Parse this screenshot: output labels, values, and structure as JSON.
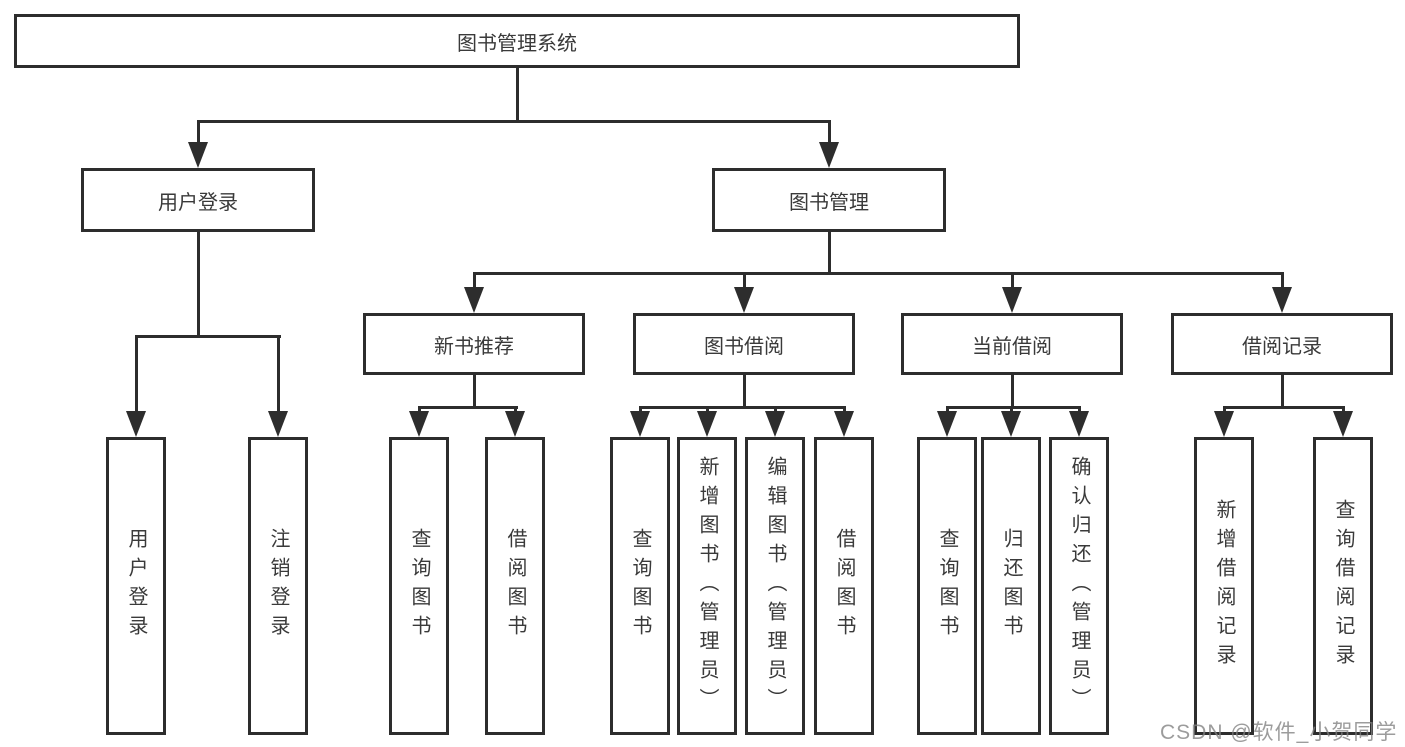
{
  "diagram_title": "图书管理系统",
  "watermark": "CSDN @软件_小贺同学",
  "colors": {
    "line": "#2d2d2d",
    "text": "#3a3a3a",
    "background": "#ffffff",
    "watermark_gray": "#808080"
  },
  "nodes": {
    "root": {
      "label": "图书管理系统"
    },
    "user_login": {
      "label": "用户登录"
    },
    "book_mgmt": {
      "label": "图书管理"
    },
    "new_book_rec": {
      "label": "新书推荐"
    },
    "book_borrow": {
      "label": "图书借阅"
    },
    "current_borrow": {
      "label": "当前借阅"
    },
    "borrow_record": {
      "label": "借阅记录"
    },
    "ul_login": {
      "label": "用户登录"
    },
    "ul_logout": {
      "label": "注销登录"
    },
    "nr_query": {
      "label": "查询图书"
    },
    "nr_borrow": {
      "label": "借阅图书"
    },
    "bb_query": {
      "label": "查询图书"
    },
    "bb_add": {
      "label": "新增图书（管理员）"
    },
    "bb_edit": {
      "label": "编辑图书（管理员）"
    },
    "bb_borrow": {
      "label": "借阅图书"
    },
    "cb_query": {
      "label": "查询图书"
    },
    "cb_return": {
      "label": "归还图书"
    },
    "cb_confirm": {
      "label": "确认归还（管理员）"
    },
    "br_add": {
      "label": "新增借阅记录"
    },
    "br_query": {
      "label": "查询借阅记录"
    }
  },
  "tree": {
    "label": "图书管理系统",
    "children": [
      {
        "label": "用户登录",
        "children": [
          {
            "label": "用户登录"
          },
          {
            "label": "注销登录"
          }
        ]
      },
      {
        "label": "图书管理",
        "children": [
          {
            "label": "新书推荐",
            "children": [
              {
                "label": "查询图书"
              },
              {
                "label": "借阅图书"
              }
            ]
          },
          {
            "label": "图书借阅",
            "children": [
              {
                "label": "查询图书"
              },
              {
                "label": "新增图书（管理员）"
              },
              {
                "label": "编辑图书（管理员）"
              },
              {
                "label": "借阅图书"
              }
            ]
          },
          {
            "label": "当前借阅",
            "children": [
              {
                "label": "查询图书"
              },
              {
                "label": "归还图书"
              },
              {
                "label": "确认归还（管理员）"
              }
            ]
          },
          {
            "label": "借阅记录",
            "children": [
              {
                "label": "新增借阅记录"
              },
              {
                "label": "查询借阅记录"
              }
            ]
          }
        ]
      }
    ]
  }
}
